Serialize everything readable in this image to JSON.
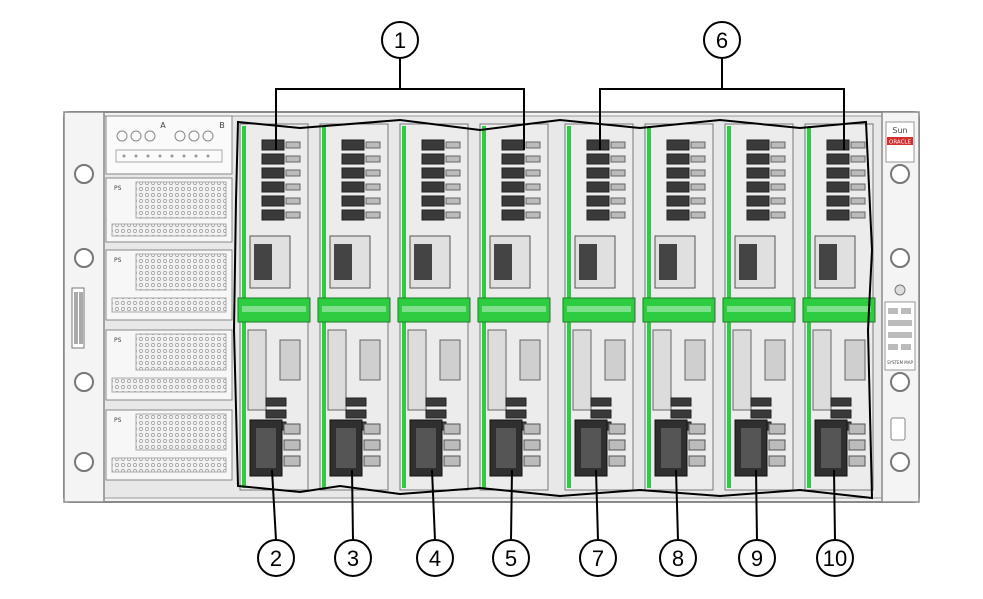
{
  "callouts": {
    "top": [
      {
        "label": "1"
      },
      {
        "label": "6"
      }
    ],
    "bottom": [
      {
        "label": "2"
      },
      {
        "label": "3"
      },
      {
        "label": "4"
      },
      {
        "label": "5"
      },
      {
        "label": "7"
      },
      {
        "label": "8"
      },
      {
        "label": "9"
      },
      {
        "label": "10"
      }
    ]
  },
  "chassis": {
    "psu_label": "PS",
    "slot_a_label": "A",
    "slot_b_label": "B",
    "brand_sun": "Sun",
    "brand_oracle": "ORACLE",
    "system_map_label": "SYSTEM MAP"
  },
  "colors": {
    "line": "#000000",
    "chassis_fill": "#f2f2f2",
    "chassis_stroke": "#8a8a8a",
    "accent_green": "#2ecc40",
    "oracle_red": "#d32f2f"
  }
}
